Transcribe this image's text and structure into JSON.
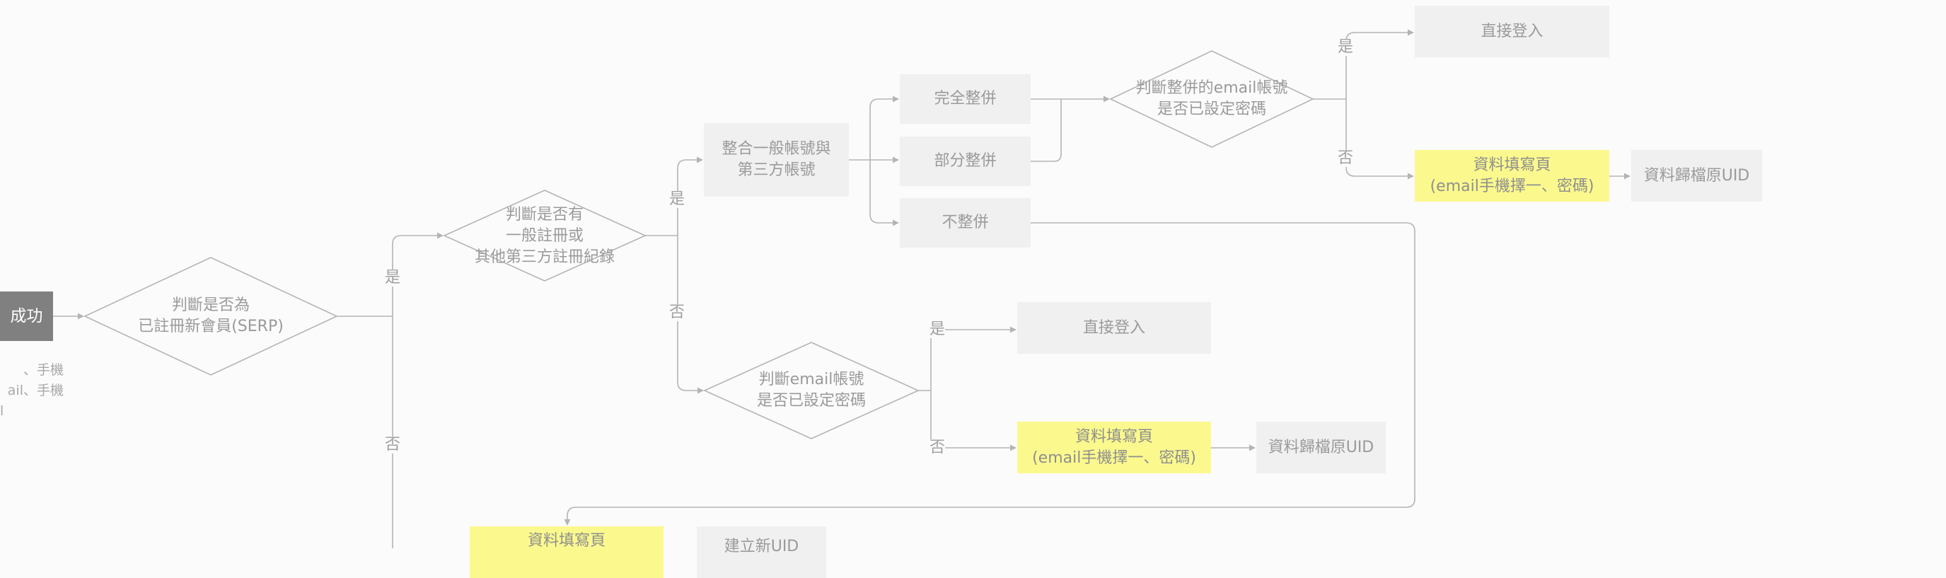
{
  "nodes": {
    "success": "成功",
    "serp_diamond": [
      "判斷是否為",
      "已註冊新會員(SERP)"
    ],
    "has_record_diamond": [
      "判斷是否有",
      "一般註冊或",
      "其他第三方註冊紀錄"
    ],
    "merge_box": [
      "整合一般帳號與",
      "第三方帳號"
    ],
    "full_merge": "完全整併",
    "partial_merge": "部分整併",
    "no_merge": "不整併",
    "merged_pw_diamond": [
      "判斷整併的email帳號",
      "是否已設定密碼"
    ],
    "direct_login_top": "直接登入",
    "fill_form_top": [
      "資料填寫頁",
      "(email手機擇一、密碼)"
    ],
    "restore_uid_top": "資料歸檔原UID",
    "email_pw_diamond": [
      "判斷email帳號",
      "是否已設定密碼"
    ],
    "direct_login_mid": "直接登入",
    "fill_form_mid": [
      "資料填寫頁",
      "(email手機擇一、密碼)"
    ],
    "restore_uid_mid": "資料歸檔原UID",
    "fill_form_bottom": "資料填寫頁",
    "new_uid_bottom": "建立新UID"
  },
  "left_notes": [
    "、手機",
    "ail、手機",
    "l"
  ],
  "labels": {
    "yes": "是",
    "no": "否"
  },
  "colors": {
    "line": "#b4b4b4",
    "box": "#f0f0f0",
    "highlight": "#fbf98e",
    "dark": "#808080"
  }
}
